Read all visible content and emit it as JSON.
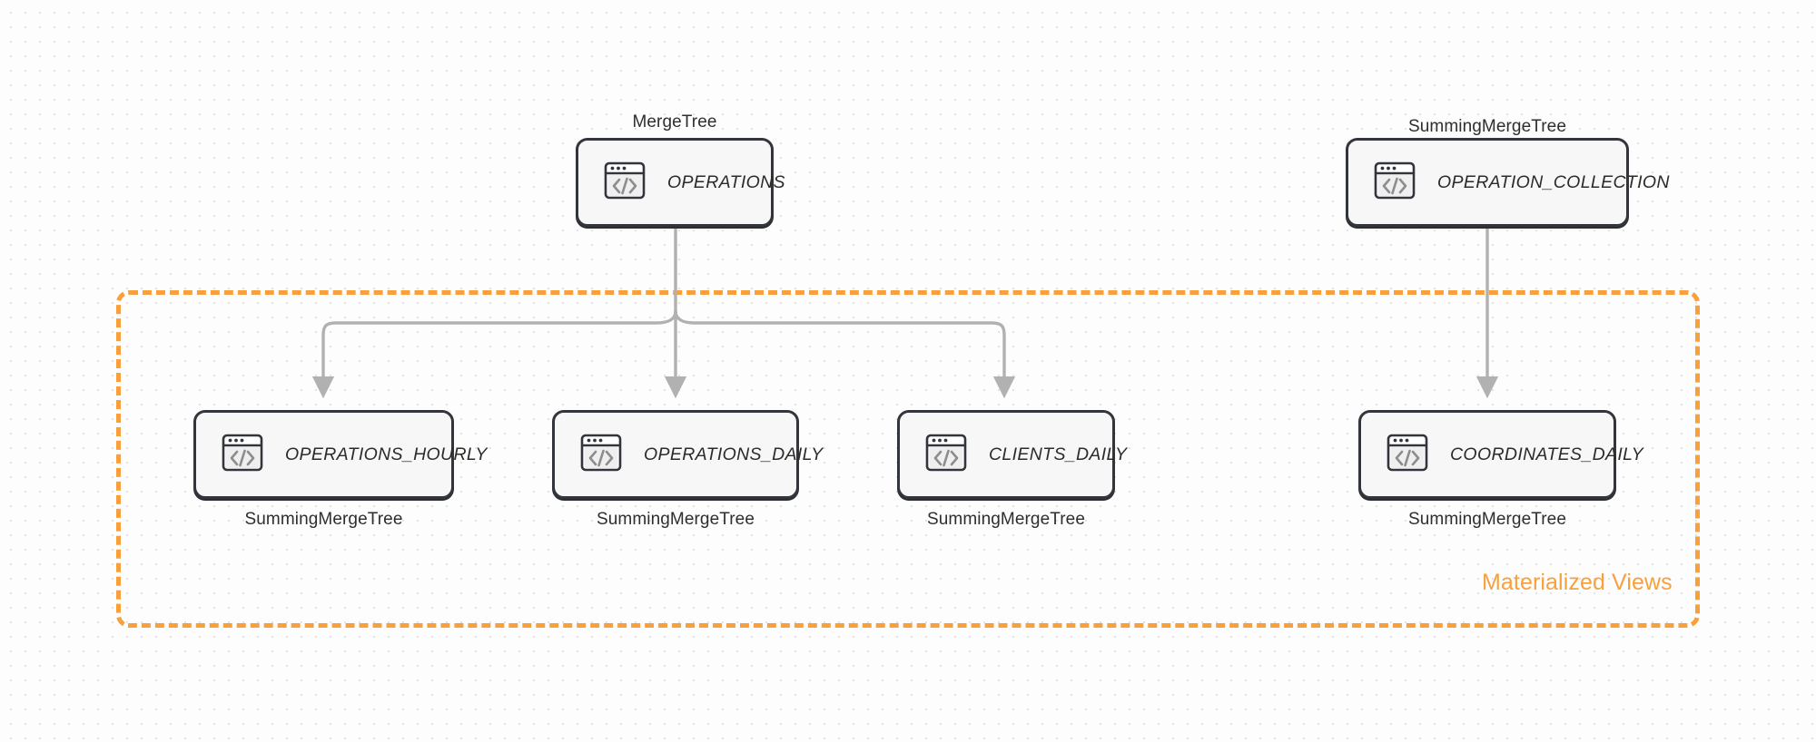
{
  "diagram": {
    "title_region": "ClickHouse table and materialized view topology",
    "background": {
      "color": "#fdfdfd",
      "dot_color": "#e3e1e1"
    },
    "group": {
      "label": "Materialized Views",
      "color": "#f9a03c",
      "style": "dashed"
    },
    "colors": {
      "node_border": "#32363c",
      "node_fill": "#f7f7f7",
      "connector": "#b1b1b1",
      "accent": "#f9a03c"
    },
    "nodes": [
      {
        "id": "operations",
        "label": "OPERATIONS",
        "engine": "MergeTree",
        "engine_position": "above",
        "icon": "code-window-icon"
      },
      {
        "id": "operation_collection",
        "label": "OPERATION_COLLECTION",
        "engine": "SummingMergeTree",
        "engine_position": "above",
        "icon": "code-window-icon"
      },
      {
        "id": "operations_hourly",
        "label": "OPERATIONS_HOURLY",
        "engine": "SummingMergeTree",
        "engine_position": "below",
        "icon": "code-window-icon"
      },
      {
        "id": "operations_daily",
        "label": "OPERATIONS_DAILY",
        "engine": "SummingMergeTree",
        "engine_position": "below",
        "icon": "code-window-icon"
      },
      {
        "id": "clients_daily",
        "label": "CLIENTS_DAILY",
        "engine": "SummingMergeTree",
        "engine_position": "below",
        "icon": "code-window-icon"
      },
      {
        "id": "coordinates_daily",
        "label": "COORDINATES_DAILY",
        "engine": "SummingMergeTree",
        "engine_position": "below",
        "icon": "code-window-icon"
      }
    ],
    "edges": [
      {
        "from": "operations",
        "to": "operations_hourly"
      },
      {
        "from": "operations",
        "to": "operations_daily"
      },
      {
        "from": "operations",
        "to": "clients_daily"
      },
      {
        "from": "operation_collection",
        "to": "coordinates_daily"
      }
    ]
  }
}
